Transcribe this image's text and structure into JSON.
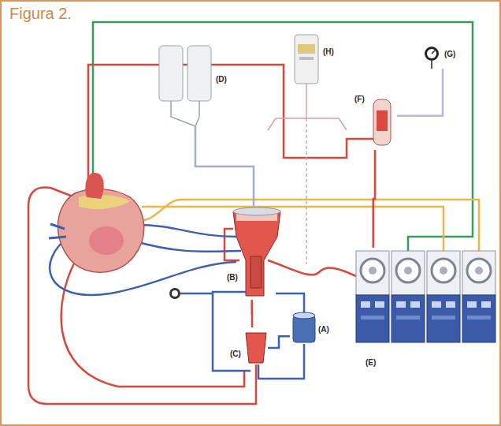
{
  "diagram": {
    "title": "Figura 2.",
    "nodes": [
      {
        "text": [
          "(D)"
        ]
      },
      {
        "text": [
          "(H)"
        ]
      },
      {
        "text": [
          "(G)"
        ]
      },
      {
        "text": [
          "(F)"
        ]
      },
      {
        "text": [
          "(B)"
        ]
      },
      {
        "text": [
          "(C)"
        ]
      },
      {
        "text": [
          "(A)"
        ]
      },
      {
        "text": [
          "(E)"
        ]
      }
    ],
    "edges": [
      {
        "from": 0,
        "to": 4,
        "arrow": "none"
      },
      {
        "from": 2,
        "to": 3,
        "arrow": "none"
      },
      {
        "from": 7,
        "to": 3,
        "arrow": "none"
      },
      {
        "from": 6,
        "to": 5,
        "arrow": "none"
      },
      {
        "from": 5,
        "to": 4,
        "arrow": "none"
      }
    ]
  }
}
